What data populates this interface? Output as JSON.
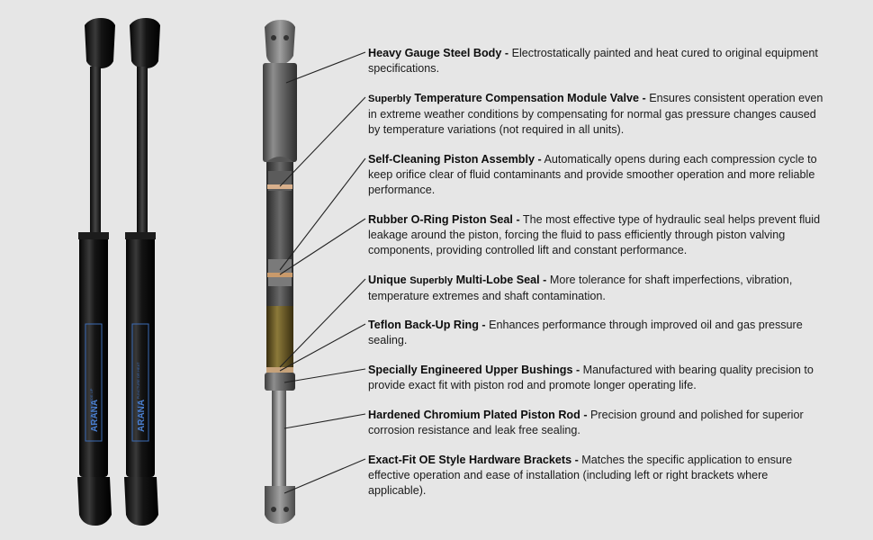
{
  "strut_label": {
    "brand": "ARANA",
    "line1": "PUSH THIS SIDE UP",
    "line2": "DO NOT CUT, PUNCTURE OR HEAT"
  },
  "features": [
    {
      "title": "Heavy Gauge Steel Body",
      "desc": "Electrostatically painted and heat cured to original equipment specifications."
    },
    {
      "title_lead": "Superbly",
      "title": "Temperature Compensation Module Valve",
      "desc": "Ensures consistent operation even in extreme weather conditions by compensating for normal gas pressure changes caused by temperature variations (not required in all units)."
    },
    {
      "title": "Self-Cleaning Piston Assembly",
      "desc": "Automatically opens during each compression cycle to keep orifice clear of fluid contaminants and provide smoother operation and more reliable performance."
    },
    {
      "title": "Rubber O-Ring Piston Seal",
      "desc": "The most effective type of hydraulic seal helps prevent fluid leakage around the piston, forcing the fluid to pass efficiently through piston valving components, providing controlled lift and constant performance."
    },
    {
      "title": "Unique",
      "title_mid": "Superbly",
      "title_tail": "Multi-Lobe Seal",
      "desc": "More tolerance for shaft imperfections, vibration, temperature extremes and shaft contamination."
    },
    {
      "title": "Teflon Back-Up Ring",
      "desc": "Enhances performance through improved oil and gas pressure sealing."
    },
    {
      "title": "Specially Engineered Upper Bushings",
      "desc": "Manufactured with bearing quality precision to provide exact fit with piston rod and promote longer operating life."
    },
    {
      "title": "Hardened Chromium Plated Piston Rod",
      "desc": "Precision ground and polished for superior corrosion resistance and leak free sealing."
    },
    {
      "title": "Exact-Fit OE Style Hardware Brackets",
      "desc": "Matches the specific application to ensure effective operation and ease of installation (including left or right brackets where applicable)."
    }
  ],
  "separator": "-"
}
